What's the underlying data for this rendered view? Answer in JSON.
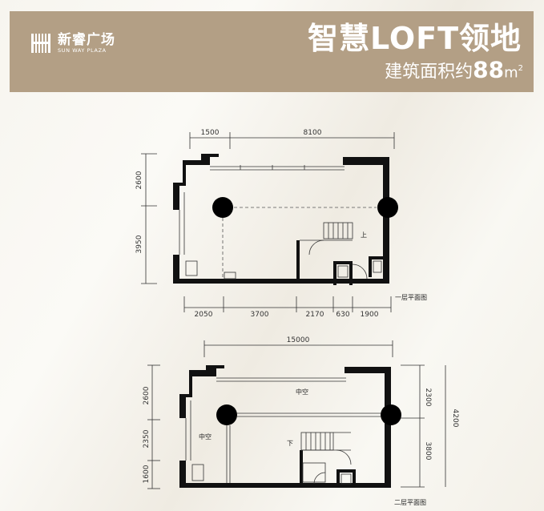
{
  "brand": {
    "name_cn": "新睿广场",
    "name_en": "SUN WAY PLAZA"
  },
  "headline": "智慧LOFT领地",
  "subline": {
    "prefix": "建筑面积约",
    "value": "88",
    "unit": "m",
    "unit_sup": "2"
  },
  "colors": {
    "banner": "#b39f85",
    "wall": "#111111",
    "background": "#f6f4ee"
  },
  "plan1": {
    "label": "一层平面图",
    "dims_top": [
      "1500",
      "8100"
    ],
    "dims_left": [
      "2600",
      "3950"
    ],
    "dims_bottom": [
      "2050",
      "3700",
      "2170",
      "630",
      "1900"
    ],
    "stair_label": "上"
  },
  "plan2": {
    "label": "二层平面图",
    "dims_top": [
      "15000"
    ],
    "dims_left": [
      "2600",
      "2350",
      "1600"
    ],
    "dims_right": [
      "2300",
      "3800"
    ],
    "dim_far_right": "4200",
    "void_labels": [
      "中空",
      "中空"
    ],
    "stair_label": "下"
  }
}
